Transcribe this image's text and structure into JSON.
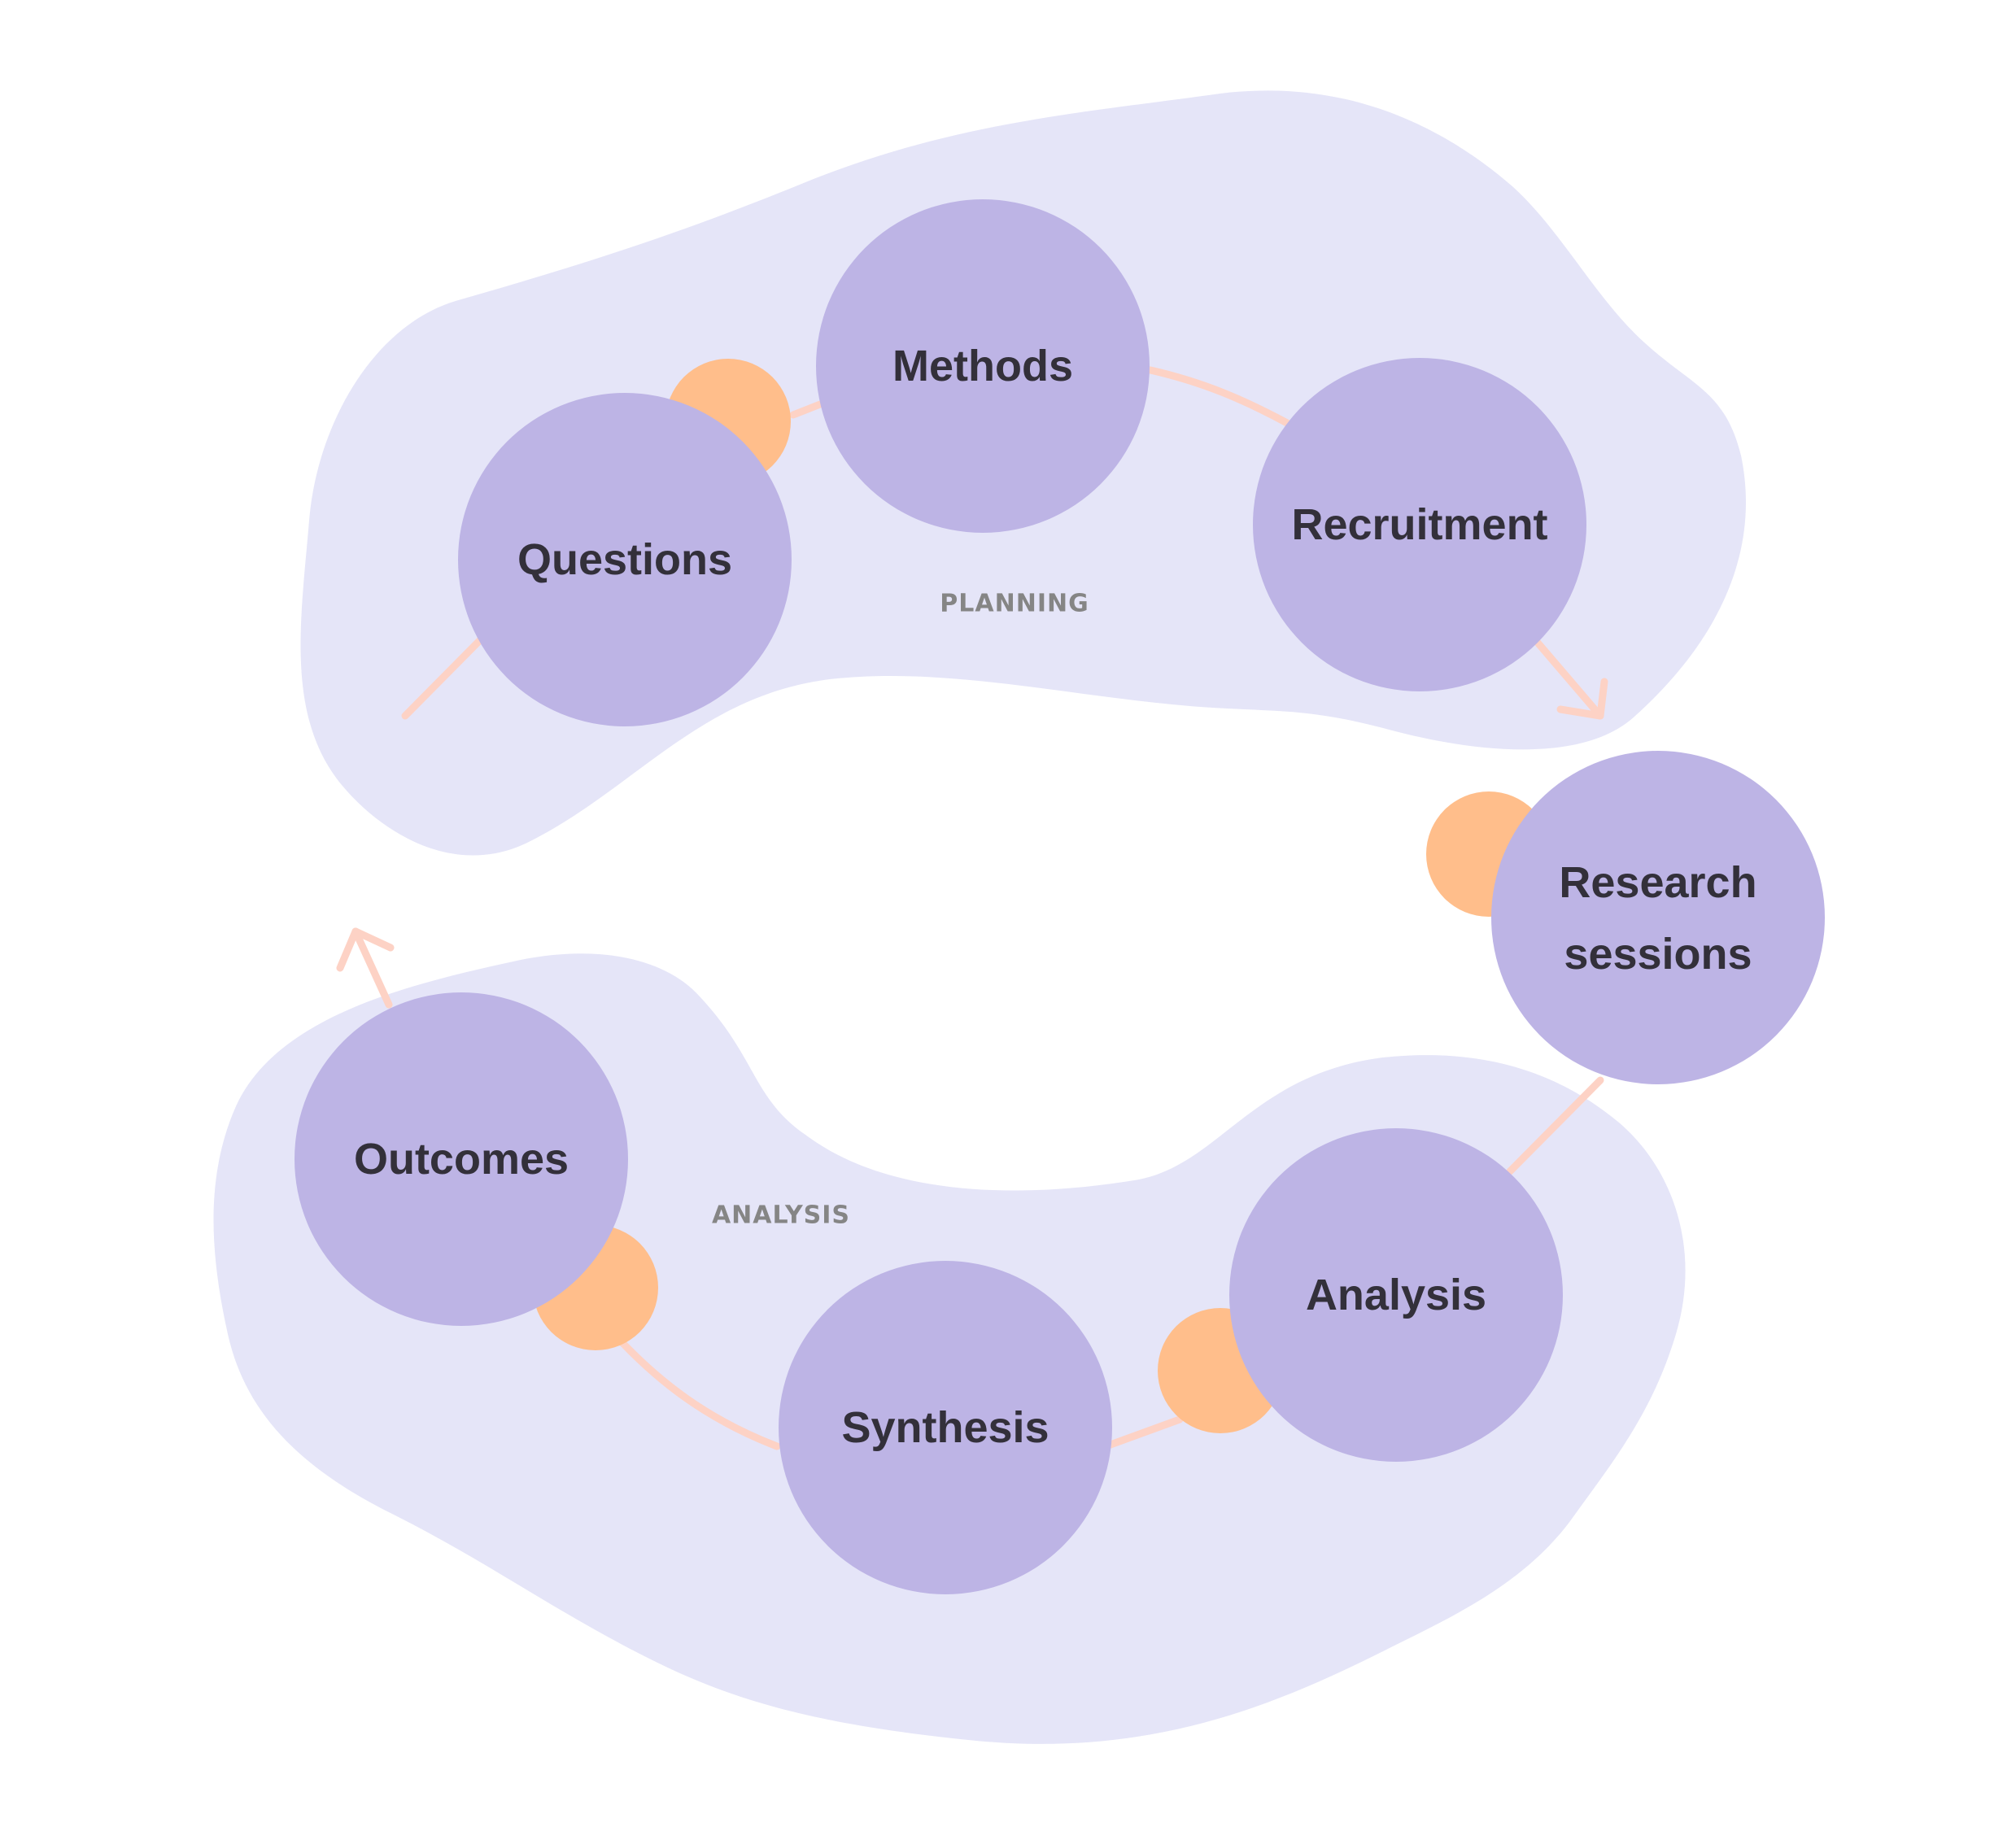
{
  "colors": {
    "background": "#ffffff",
    "group_fill": "#e5e5f8",
    "node_fill": "#bdb4e5",
    "connector_dot": "#ffbe8b",
    "connector_line": "#fdd2c5",
    "node_text": "#33303a",
    "group_text": "#858585"
  },
  "groups": {
    "planning": {
      "label": "PLANNING"
    },
    "analysis": {
      "label": "ANALYSIS"
    }
  },
  "nodes": {
    "questions": {
      "label": "Questions"
    },
    "methods": {
      "label": "Methods"
    },
    "recruitment": {
      "label": "Recruitment"
    },
    "research_sessions": {
      "label_line1": "Research",
      "label_line2": "sessions"
    },
    "analysis": {
      "label": "Analysis"
    },
    "synthesis": {
      "label": "Synthesis"
    },
    "outcomes": {
      "label": "Outcomes"
    }
  }
}
